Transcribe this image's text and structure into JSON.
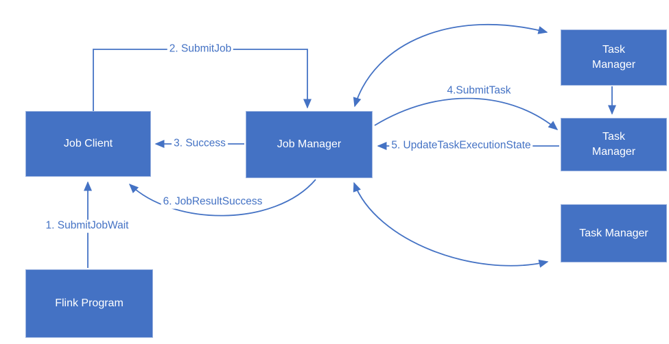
{
  "diagram": {
    "type": "flowchart",
    "colors": {
      "node_fill": "#4472C4",
      "node_text": "#FFFFFF",
      "edge": "#4472C4",
      "background": "#FFFFFF"
    },
    "nodes": [
      {
        "id": "job-client",
        "label": "Job Client"
      },
      {
        "id": "job-manager",
        "label": "Job Manager"
      },
      {
        "id": "task-manager-1",
        "label": "Task\nManager"
      },
      {
        "id": "task-manager-2",
        "label": "Task\nManager"
      },
      {
        "id": "task-manager-3",
        "label": "Task Manager"
      },
      {
        "id": "flink-program",
        "label": "Flink Program"
      }
    ],
    "edges": [
      {
        "id": "submit-job-wait",
        "label": "1. SubmitJobWait",
        "from": "flink-program",
        "to": "job-client",
        "style": "straight-arrow"
      },
      {
        "id": "submit-job",
        "label": "2. SubmitJob",
        "from": "job-client",
        "to": "job-manager",
        "style": "elbow-arrow"
      },
      {
        "id": "success",
        "label": "3. Success",
        "from": "job-manager",
        "to": "job-client",
        "style": "straight-arrow"
      },
      {
        "id": "submit-task",
        "label": "4.SubmitTask",
        "from": "job-manager",
        "to": "task-manager-2",
        "style": "curved-arrow"
      },
      {
        "id": "update-task-execution-state",
        "label": "5. UpdateTaskExecutionState",
        "from": "task-manager-2",
        "to": "job-manager",
        "style": "straight-arrow"
      },
      {
        "id": "job-result-success",
        "label": "6. JobResultSuccess",
        "from": "job-manager",
        "to": "job-client",
        "style": "curved-arrow"
      },
      {
        "id": "job-manager-task-manager-1",
        "label": "",
        "from": "job-manager",
        "to": "task-manager-1",
        "style": "curved-double-arrow"
      },
      {
        "id": "task-manager-1-to-2",
        "label": "",
        "from": "task-manager-1",
        "to": "task-manager-2",
        "style": "straight-arrow"
      },
      {
        "id": "job-manager-task-manager-3",
        "label": "",
        "from": "job-manager",
        "to": "task-manager-3",
        "style": "curved-double-arrow"
      }
    ]
  }
}
